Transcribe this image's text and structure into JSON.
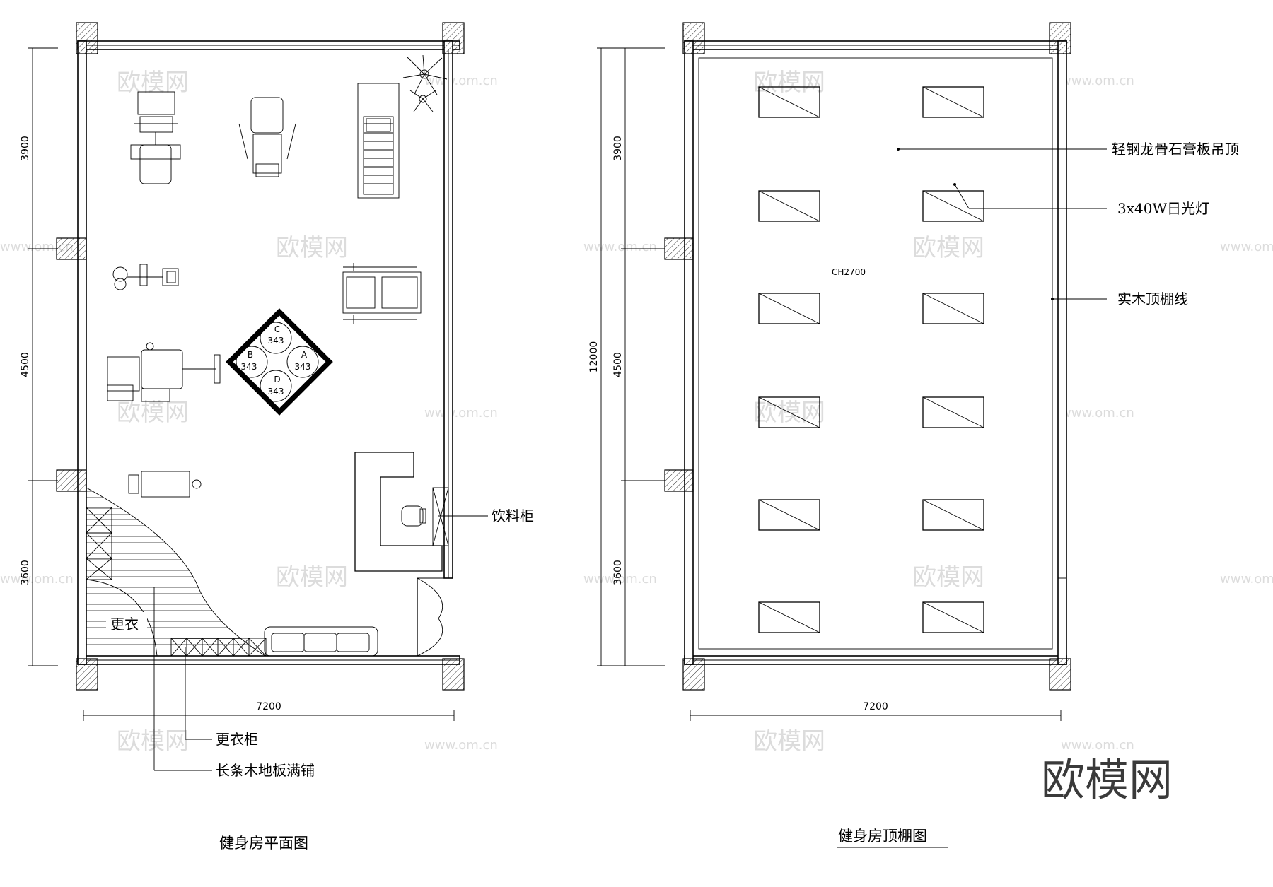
{
  "plan": {
    "title": "健身房平面图",
    "dims": {
      "seg1": "3900",
      "seg2": "4500",
      "seg3": "3600",
      "width": "7200"
    },
    "labels": {
      "drink_cabinet": "饮料柜",
      "locker": "更衣柜",
      "floor": "长条木地板满铺",
      "changing": "更衣"
    },
    "stations": [
      {
        "letter": "C",
        "value": "343"
      },
      {
        "letter": "B",
        "value": "343"
      },
      {
        "letter": "A",
        "value": "343"
      },
      {
        "letter": "D",
        "value": "343"
      }
    ]
  },
  "ceiling": {
    "title": "健身房顶棚图",
    "dims": {
      "seg1": "3900",
      "seg2": "4500",
      "seg3": "3600",
      "total": "12000",
      "width": "7200"
    },
    "height_label": "CH2700",
    "labels": {
      "ceiling_board": "轻钢龙骨石膏板吊顶",
      "lamp": "3x40W日光灯",
      "wood_line": "实木顶棚线"
    }
  },
  "watermark": {
    "brand": "欧模网",
    "url": "www.om.cn"
  }
}
